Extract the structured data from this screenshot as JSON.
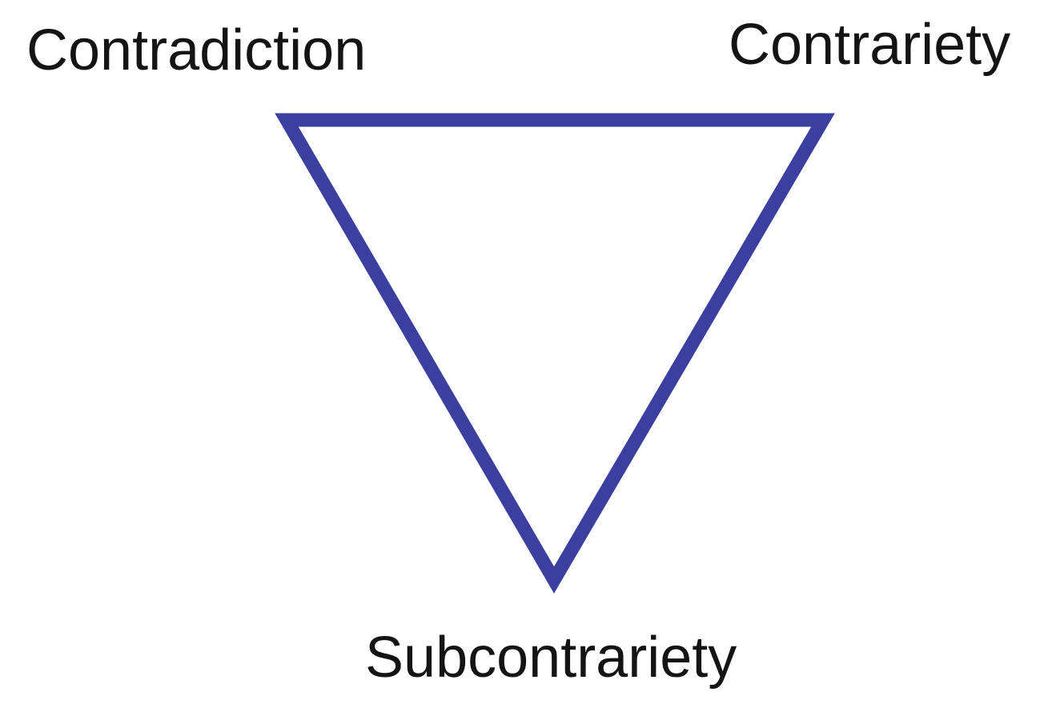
{
  "diagram": {
    "labels": {
      "top_left": "Contradiction",
      "top_right": "Contrariety",
      "bottom": "Subcontrariety"
    },
    "shape": {
      "type": "inverted-triangle",
      "stroke_color": "#3b3fa0",
      "fill": "none"
    }
  }
}
